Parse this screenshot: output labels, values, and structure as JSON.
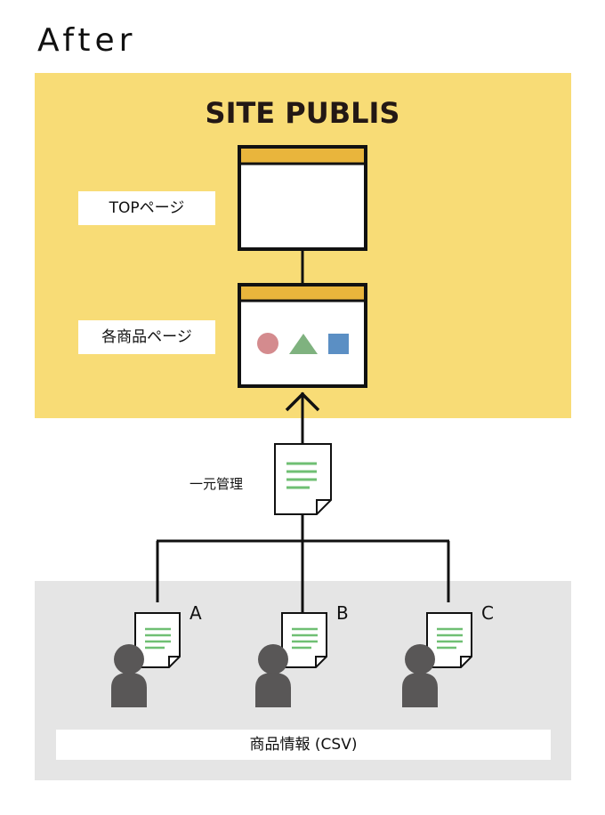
{
  "heading": "After",
  "site_title": "SITE PUBLIS",
  "top_page_label": "TOPページ",
  "product_page_label": "各商品ページ",
  "central_management_label": "一元管理",
  "owners": [
    {
      "letter": "A"
    },
    {
      "letter": "B"
    },
    {
      "letter": "C"
    }
  ],
  "bottom_label": "商品情報 (CSV)",
  "colors": {
    "yellow_panel": "#f8dc76",
    "window_bar": "#e9b53c",
    "gray_panel": "#e5e5e5",
    "circle": "#d48b8e",
    "triangle": "#7fb27f",
    "square": "#5b8fc4",
    "doc_lines": "#6fbf73",
    "person": "#595757"
  }
}
